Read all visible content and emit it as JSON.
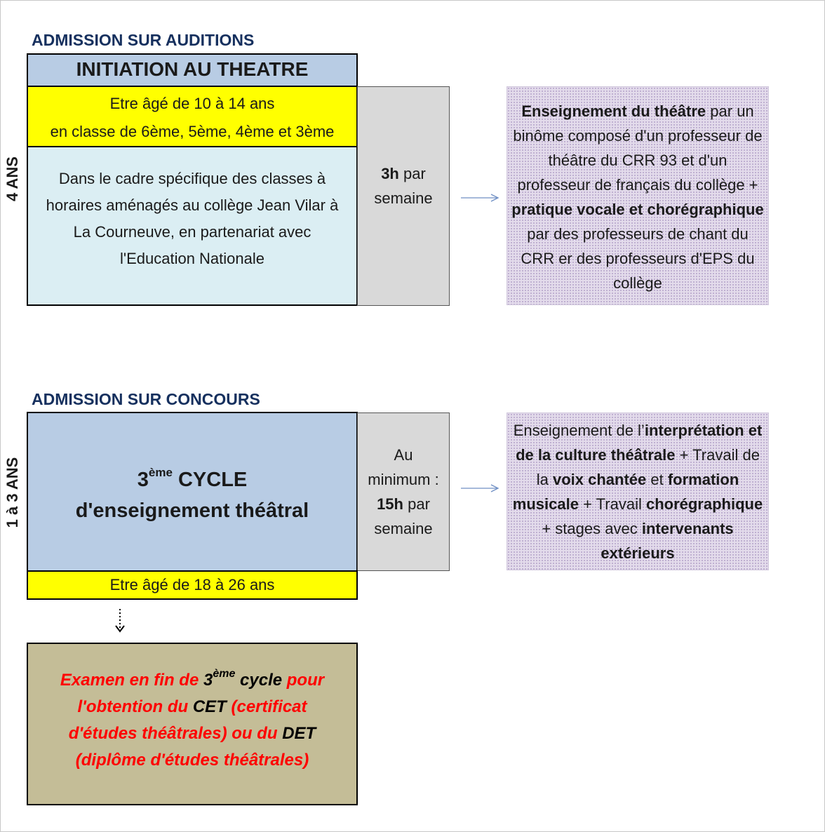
{
  "section1": {
    "heading": "ADMISSION SUR AUDITIONS",
    "duration": "4 ANS",
    "title": "INITIATION AU THEATRE",
    "age_line1": "Etre âgé de 10 à 14 ans",
    "age_line2": "en classe de 6ème, 5ème, 4ème et 3ème",
    "description": "Dans le cadre spécifique des classes à horaires aménagés au collège Jean Vilar à La Courneuve, en partenariat avec l'Education Nationale",
    "hours_bold": "3h",
    "hours_rest1": " par",
    "hours_rest2": "semaine",
    "teaching": {
      "p1_bold": "Enseignement du théâtre",
      "p1_text": " par un binôme composé d'un professeur de théâtre du CRR 93 et d'un professeur de français du collège + ",
      "p2_bold": "pratique vocale et chorégraphique",
      "p2_text": " par des professeurs de chant du CRR er des professeurs d'EPS du collège"
    }
  },
  "section2": {
    "heading": "ADMISSION SUR CONCOURS",
    "duration": "1 à 3 ANS",
    "cycle_num": "3",
    "cycle_sup": "ème",
    "cycle_word": " CYCLE",
    "cycle_line2": "d'enseignement théâtral",
    "age": "Etre âgé de 18 à 26 ans",
    "hours_line1": "Au",
    "hours_line2": "minimum :",
    "hours_bold": "15h",
    "hours_rest": " par",
    "hours_line4": "semaine",
    "teaching": {
      "t1": "Enseignement de l’",
      "b1": "interprétation et de la culture théâtrale",
      "t2": " + Travail de la ",
      "b2": "voix chantée",
      "t3": " et ",
      "b3": "formation musicale",
      "t4": " + Travail ",
      "b4": "chorégraphique",
      "t5": " + stages avec ",
      "b5": "intervenants extérieurs"
    },
    "exam": {
      "r1": "Examen en fin de ",
      "k1": "3",
      "sup": "ème",
      "k2": " cycle",
      "r2": "  pour l'obtention du ",
      "k3": "CET",
      "r3": "  (certificat d'études théâtrales) ou du ",
      "k4": "DET",
      "r4": " (diplôme d'études théâtrales)"
    }
  },
  "colors": {
    "heading": "#16305e",
    "title_blue": "#b8cce4",
    "yellow": "#ffff00",
    "light_blue": "#dbeef3",
    "grey": "#d9d9d9",
    "purple": "#e3dbeb",
    "khaki": "#c4bd97",
    "exam_red": "#ff0000",
    "arrow": "#6f8fc4"
  }
}
